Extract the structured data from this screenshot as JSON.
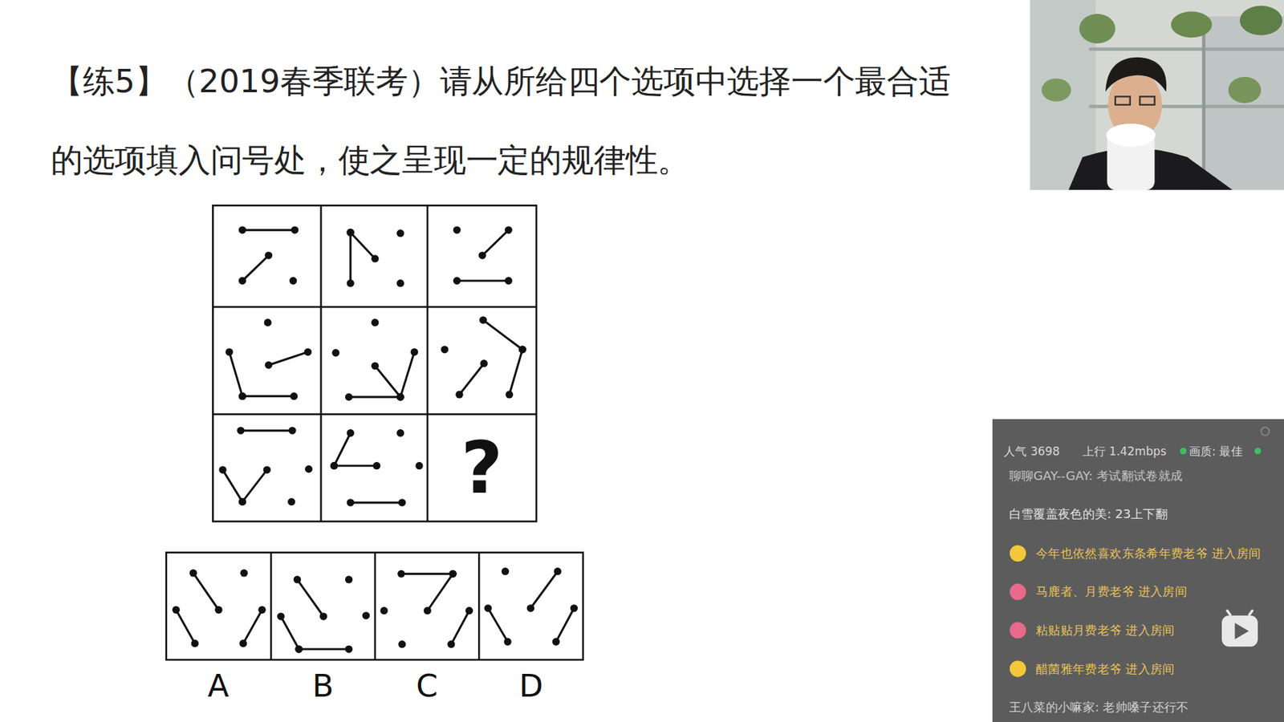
{
  "diagram": {
    "title": "【练5】（2019春季联考）请从所给四个选项中选择一个最合适的选项填入问号处，使之呈现一定的规律性。",
    "nodes": [
      {
        "text": [
          "?"
        ]
      },
      {
        "text": [
          "A"
        ]
      },
      {
        "text": [
          "B"
        ]
      },
      {
        "text": [
          "C"
        ]
      },
      {
        "text": [
          "D"
        ]
      },
      {
        "text": [
          "人气 3698",
          "上行 1.42mbps",
          "画质: 最佳",
          "聊聊GAY--GAY: 考试翻试卷就成",
          "白雪覆盖夜色的美: 23上下翻",
          "今年也依然喜欢东条希年费老爷 进入房间",
          "马鹿者、月费老爷 进入房间",
          "粘贴贴月费老爷 进入房间",
          "醋菌雅年费老爷 进入房间",
          "王八菜的小嘛家: 老帅嗓子还行不"
        ]
      }
    ]
  }
}
